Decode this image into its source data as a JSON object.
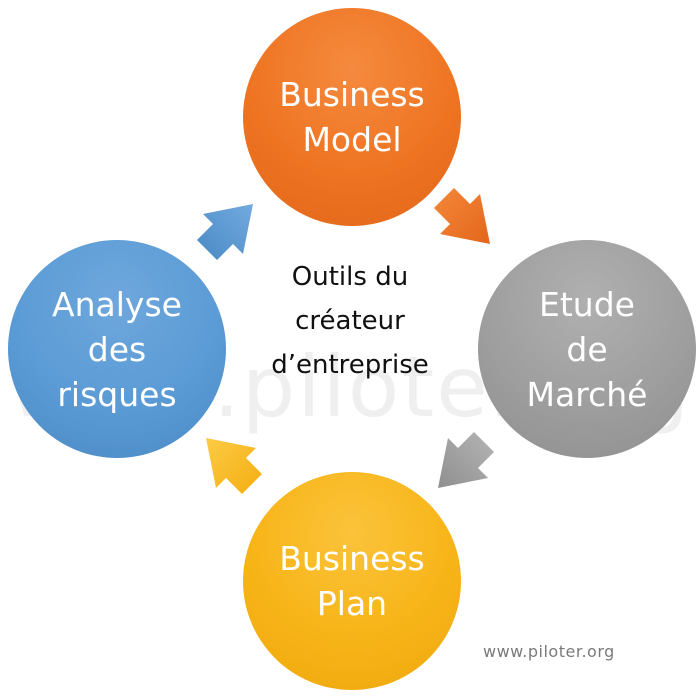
{
  "watermark": "www.piloter.org",
  "center": {
    "lines": [
      "Outils du",
      "créateur",
      "d’entreprise"
    ]
  },
  "nodes": {
    "top": {
      "lines": [
        "Business",
        "Model"
      ],
      "color": "#ed7d31"
    },
    "right": {
      "lines": [
        "Etude",
        "de",
        "Marché"
      ],
      "color": "#a5a5a5"
    },
    "bottom": {
      "lines": [
        "Business",
        "Plan"
      ],
      "color": "#ffc000"
    },
    "left": {
      "lines": [
        "Analyse",
        "des",
        "risques"
      ],
      "color": "#5b9bd5"
    }
  },
  "arrows": {
    "top_to_right": {
      "color": "#ed7d31",
      "icon": "arrow-down-right-icon"
    },
    "right_to_bottom": {
      "color": "#a5a5a5",
      "icon": "arrow-down-left-icon"
    },
    "bottom_to_left": {
      "color": "#ffc000",
      "icon": "arrow-up-left-icon"
    },
    "left_to_top": {
      "color": "#5b9bd5",
      "icon": "arrow-up-right-icon"
    }
  },
  "credit": "www.piloter.org"
}
